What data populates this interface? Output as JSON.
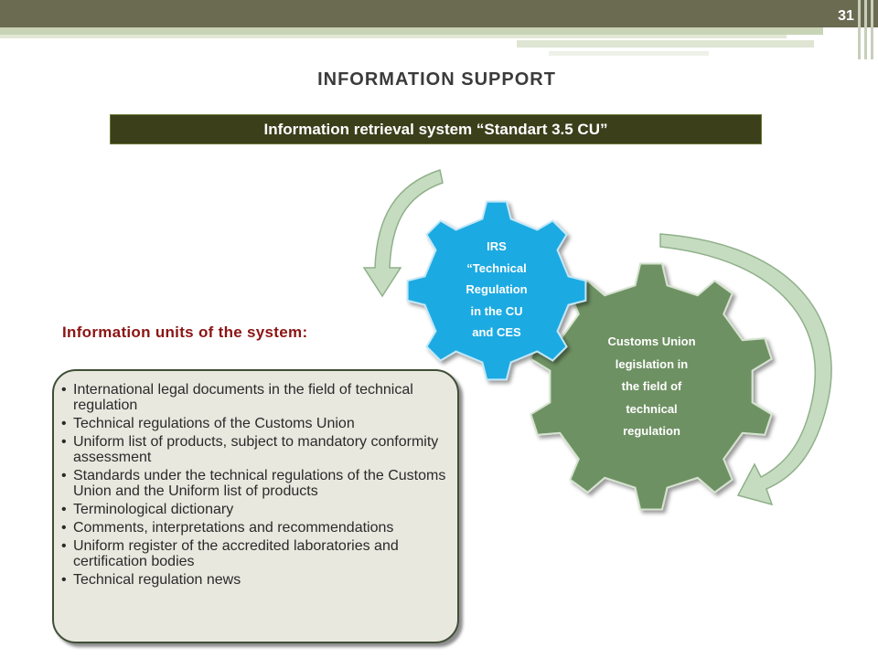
{
  "slide_number": "31",
  "title": "INFORMATION  SUPPORT",
  "subtitle": "Information retrieval system “Standart 3.5 CU”",
  "units_heading": "Information units of the system",
  "units_heading_colon": ":",
  "units_bullet": "•",
  "units": [
    "International legal documents in the field of technical regulation",
    "Technical regulations of the Customs Union",
    "Uniform list of products, subject to mandatory conformity assessment",
    "Standards under the technical regulations of the Customs Union and the Uniform list of products",
    "Terminological dictionary",
    "Comments, interpretations and recommendations",
    "Uniform register of the accredited laboratories and certification bodies",
    "Technical regulation news"
  ],
  "gears": {
    "irs": {
      "lines": [
        "IRS",
        "“Technical",
        "Regulation",
        "in the CU",
        "and CES"
      ],
      "color": "#1aaae2"
    },
    "customs": {
      "lines": [
        "Customs Union",
        "legislation in",
        "the field of",
        "technical",
        "regulation"
      ],
      "color": "#6e9163"
    }
  },
  "colors": {
    "banner": "#6b6b52",
    "subtitle_bg": "#3b3f1a",
    "heading": "#8c1414",
    "arrow": "#c6dcc0"
  }
}
